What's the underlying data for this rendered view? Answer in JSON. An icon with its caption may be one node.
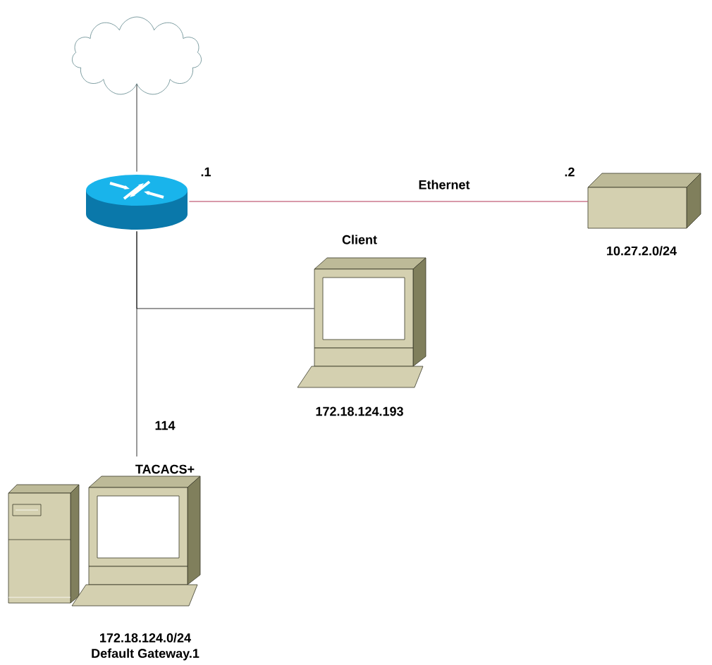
{
  "diagram": {
    "nodes": [
      {
        "text": [],
        "shape": "cloud"
      },
      {
        "text": [],
        "shape": "cylinder"
      },
      {
        "text": [],
        "shape": "box",
        "beside": [
          "10.27.2.0/24"
        ]
      },
      {
        "text": [
          "Client"
        ],
        "beside": [
          "172.18.124.193"
        ]
      },
      {
        "text": [
          "TACACS+"
        ],
        "beside": [
          "172.18.124.0/24",
          "Default Gateway.1"
        ]
      }
    ],
    "edges": [
      {
        "from": 0,
        "to": 1,
        "arrow": "none"
      },
      {
        "from": 1,
        "to": 2,
        "arrow": "none",
        "label": "Ethernet",
        "color": "#a0002a"
      },
      {
        "from": 1,
        "to": 3,
        "arrow": "none"
      },
      {
        "from": 1,
        "to": 4,
        "arrow": "none"
      }
    ],
    "labels": [
      ".1",
      ".2",
      "114"
    ]
  }
}
